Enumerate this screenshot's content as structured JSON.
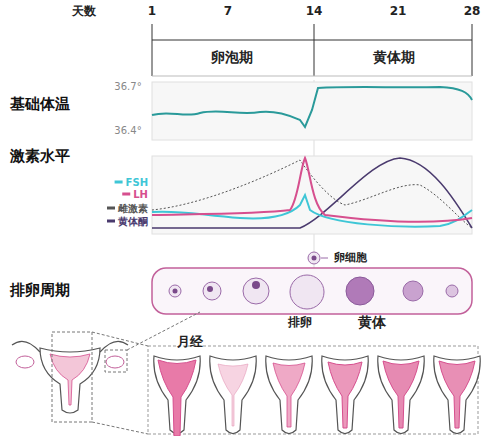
{
  "diagram": {
    "labels": [
      "天数",
      "1",
      "7",
      "14",
      "21",
      "28",
      "卵泡期",
      "黄体期",
      "基础体温",
      "36.7°",
      "36.4°",
      "激素水平",
      "排卵周期",
      "卵细胞",
      "排卵",
      "黄体",
      "月经"
    ],
    "legend": [
      {
        "text": "FSH",
        "color": "#3ec6d6"
      },
      {
        "text": "LH",
        "color": "#d64f8e"
      },
      {
        "text": "雌激素",
        "color": "#555555"
      },
      {
        "text": "黄体酮",
        "color": "#4a3a6e"
      }
    ]
  }
}
